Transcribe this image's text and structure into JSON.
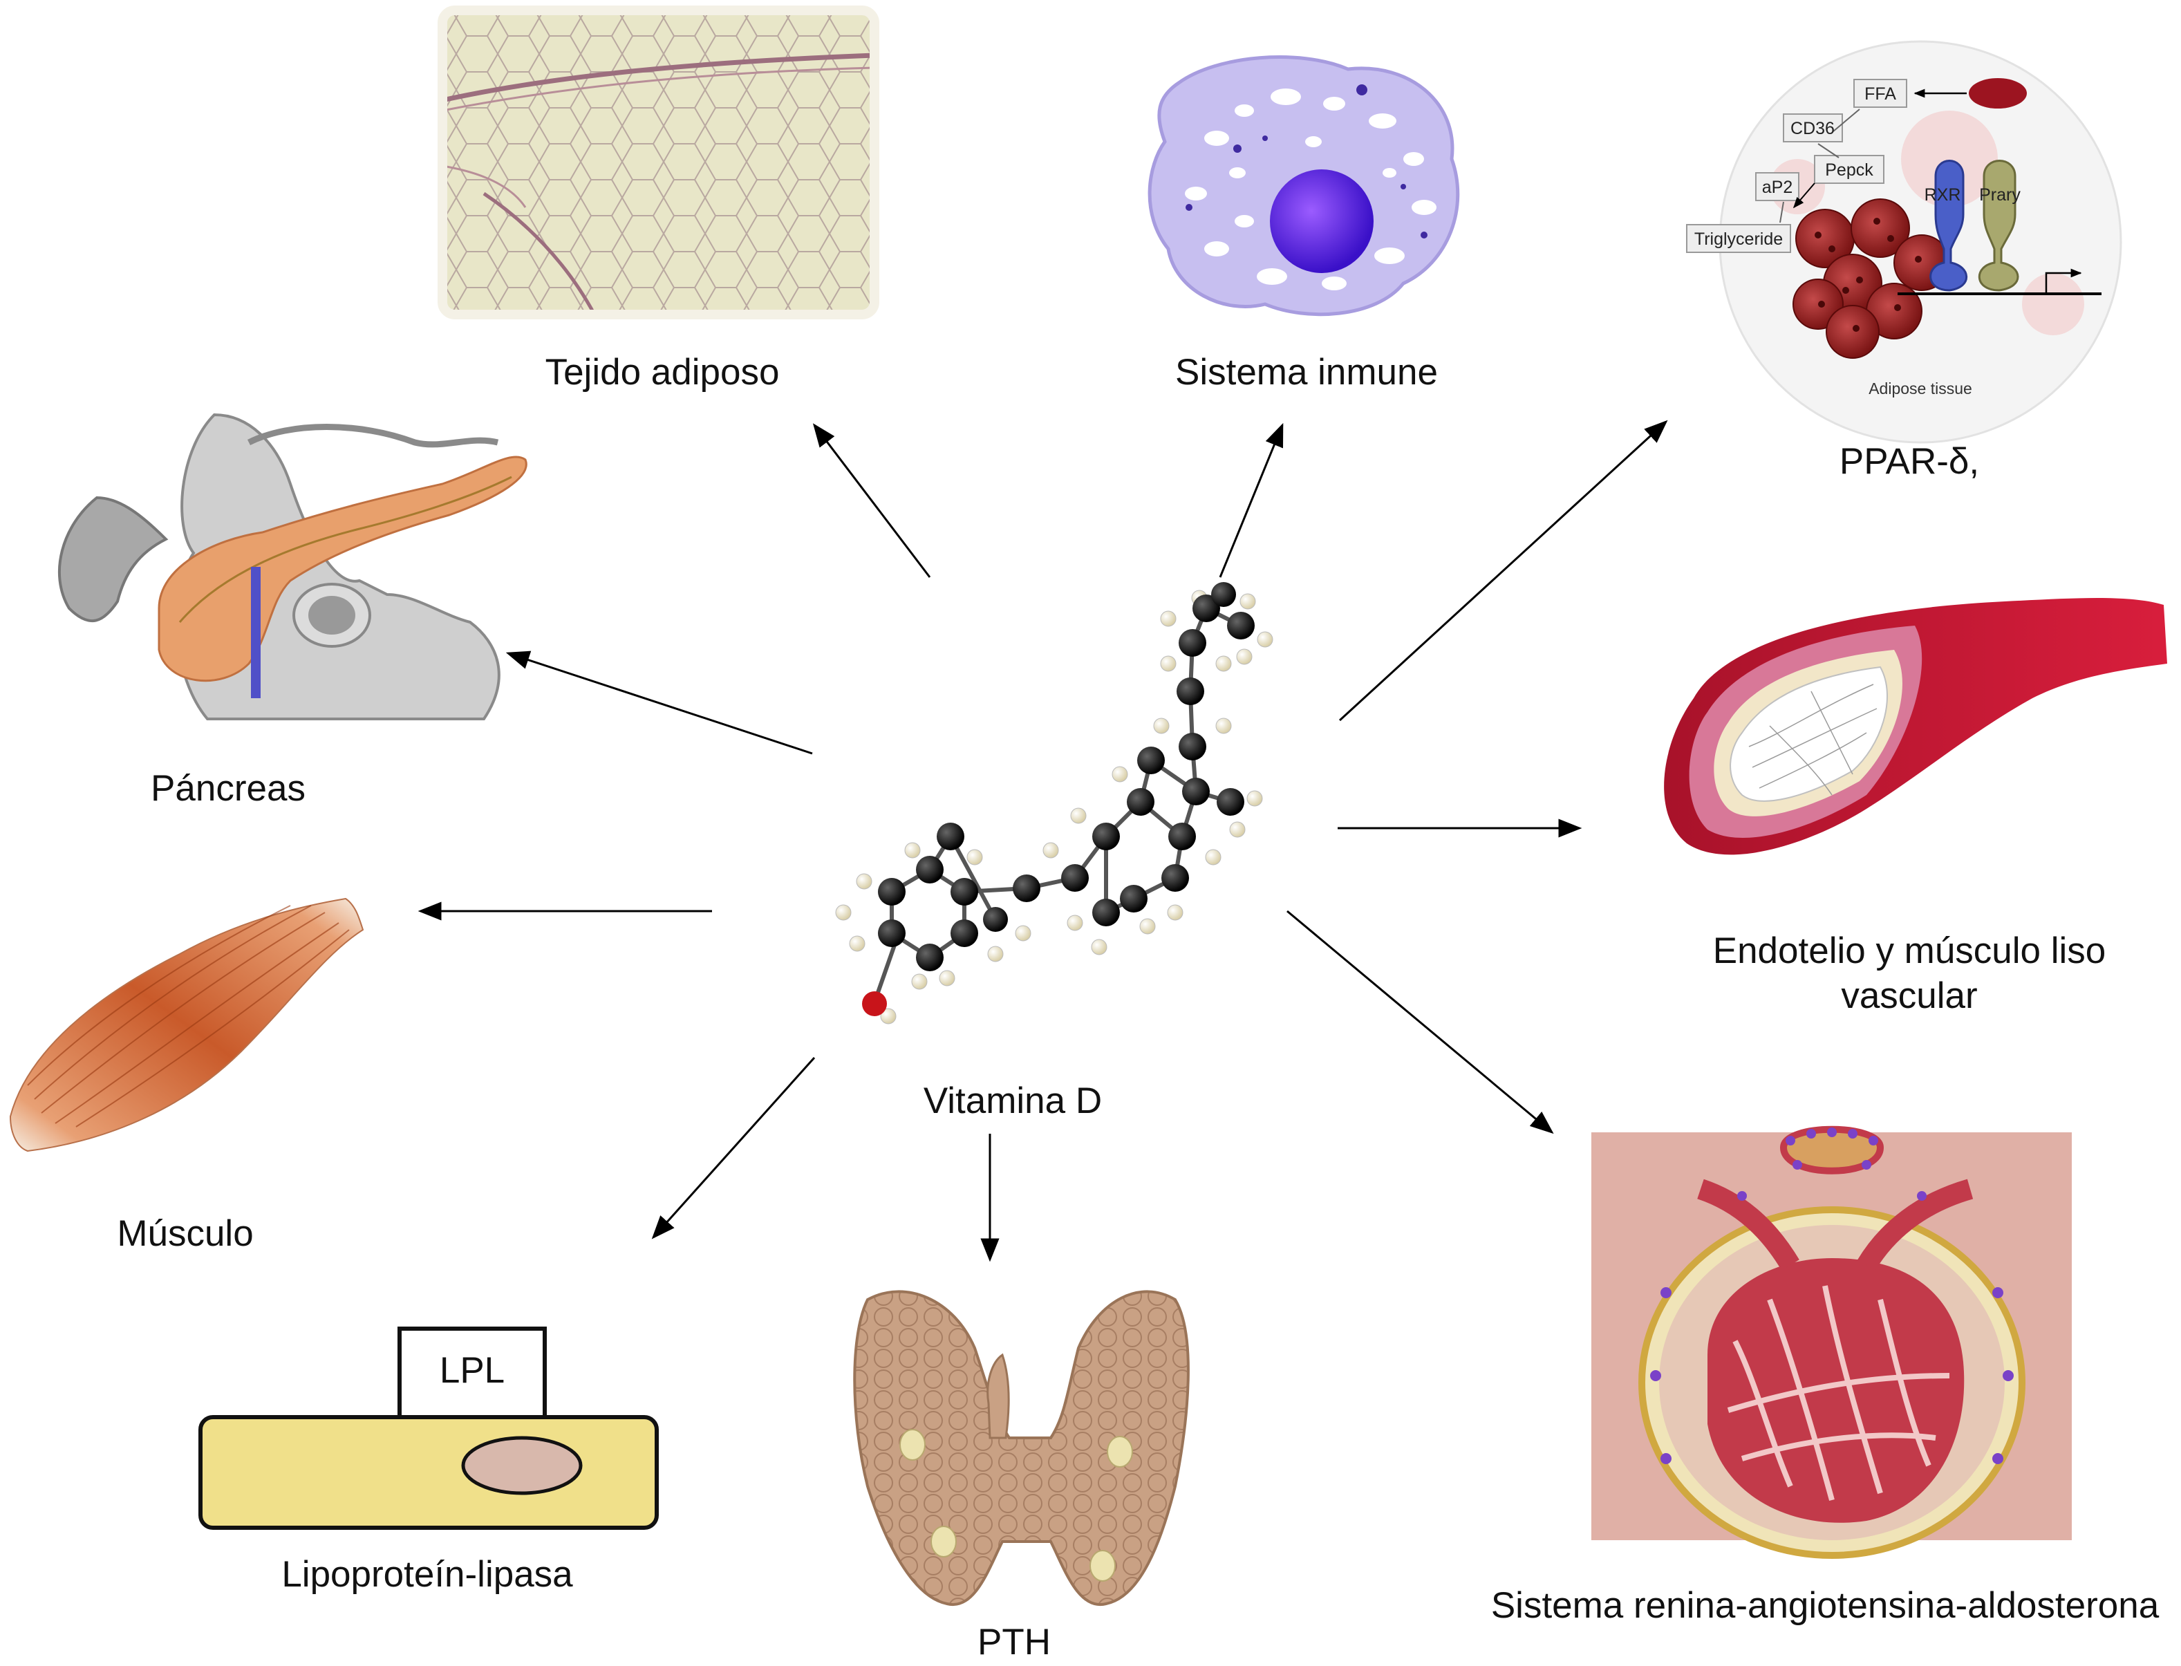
{
  "center": {
    "label": "Vitamina D"
  },
  "targets": {
    "adipose": "Tejido adiposo",
    "immune": "Sistema inmune",
    "ppar": "PPAR-δ,",
    "pancreas": "Páncreas",
    "endothelium_line1": "Endotelio y músculo liso",
    "endothelium_line2": "vascular",
    "muscle": "Músculo",
    "lpl": "Lipoproteín-lipasa",
    "pth": "PTH",
    "raas": "Sistema renina-angiotensina-aldosterona"
  },
  "ppar_inset": {
    "ffa": "FFA",
    "cd36": "CD36",
    "pepck": "Pepck",
    "ap2": "aP2",
    "triglyceride": "Triglyceride",
    "rxr": "RXR",
    "prary": "Prary",
    "caption": "Adipose tissue"
  },
  "lpl_box": {
    "label": "LPL"
  }
}
